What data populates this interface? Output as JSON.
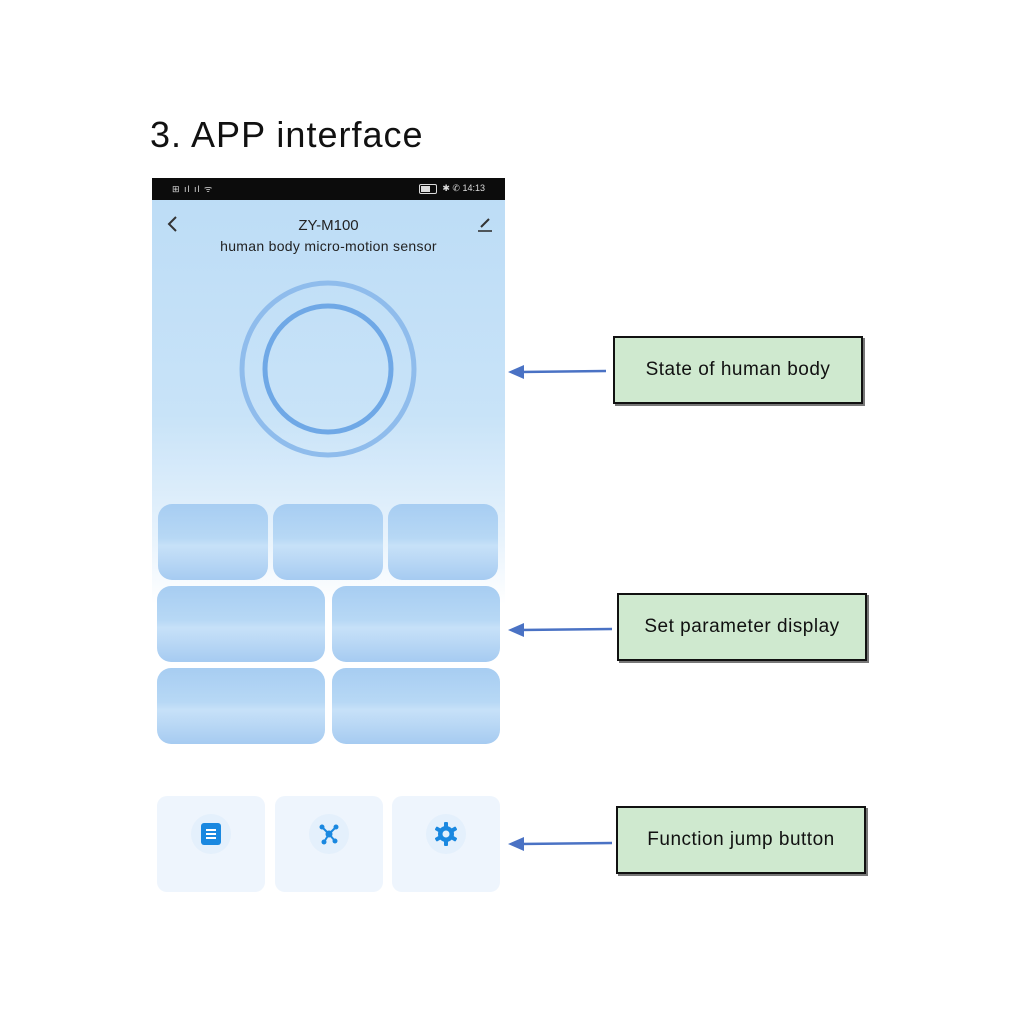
{
  "heading": "3. APP interface",
  "statusbar": {
    "left_text": "⊞ ıl ıl ᯤ",
    "right_text": "✱ ✆ 14:13"
  },
  "app": {
    "back_icon": "chevron-left-icon",
    "edit_icon": "pencil-icon",
    "title": "ZY-M100",
    "subtitle": "human body micro-motion sensor"
  },
  "function_buttons": [
    {
      "icon": "document-icon"
    },
    {
      "icon": "network-nodes-icon"
    },
    {
      "icon": "gear-icon"
    }
  ],
  "annotations": [
    {
      "label": "State of human body"
    },
    {
      "label": "Set parameter display"
    },
    {
      "label": "Function jump button"
    }
  ],
  "colors": {
    "accent": "#1a88e0",
    "annotation_fill": "#cfe9cf",
    "arrow": "#4a72c4",
    "ring": "#7ab0e8"
  }
}
